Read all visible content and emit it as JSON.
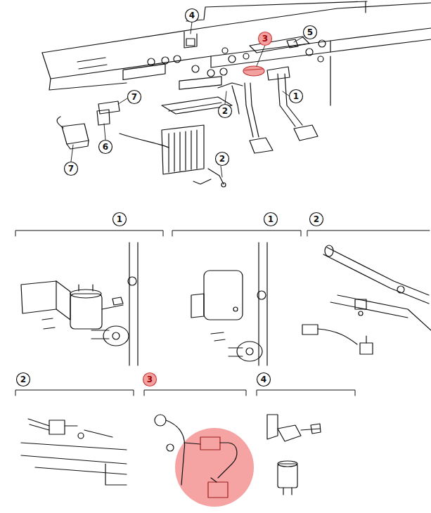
{
  "diagram": {
    "labels": [
      "4",
      "3",
      "5",
      "7",
      "1",
      "2",
      "6",
      "7",
      "2",
      "1",
      "1",
      "2",
      "2",
      "3",
      "4"
    ]
  }
}
